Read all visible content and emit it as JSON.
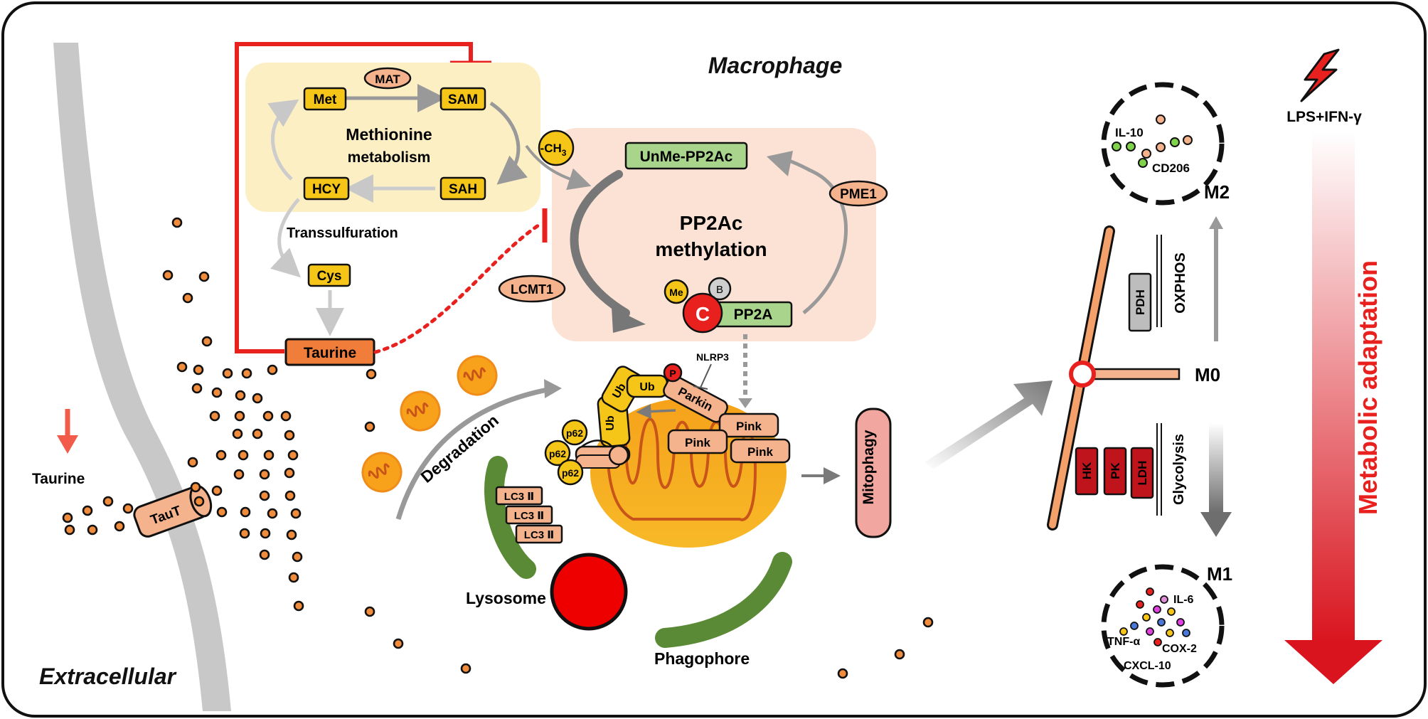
{
  "labels": {
    "macrophage": "Macrophage",
    "extracellular": "Extracellular",
    "taurine_outside": "Taurine",
    "taut": "TauT",
    "met": "Met",
    "mat": "MAT",
    "sam": "SAM",
    "sah": "SAH",
    "hcy": "HCY",
    "cys": "Cys",
    "methionine_1": "Methionine",
    "methionine_2": "metabolism",
    "transsulfuration": "Transsulfuration",
    "taurine_box": "Taurine",
    "ch3": "-CH",
    "ch3_sub": "3",
    "unme": "UnMe-PP2Ac",
    "pme1": "PME1",
    "pp2ac_1": "PP2Ac",
    "pp2ac_2": "methylation",
    "lcmt1": "LCMT1",
    "me": "Me",
    "c": "C",
    "b": "B",
    "pp2a": "PP2A",
    "nlrp3": "NLRP3",
    "p": "P",
    "parkin": "Parkin",
    "ub": "Ub",
    "pink": "Pink",
    "p62": "p62",
    "lc3": "LC3 Ⅱ",
    "degradation": "Degradation",
    "lysosome": "Lysosome",
    "phagophore": "Phagophore",
    "mitophagy": "Mitophagy",
    "m0": "M0",
    "m1": "M1",
    "m2": "M2",
    "oxphos": "OXPHOS",
    "glycolysis": "Glycolysis",
    "pdh": "PDH",
    "hk": "HK",
    "pk": "PK",
    "ldh": "LDH",
    "il10": "IL-10",
    "cd206": "CD206",
    "il6": "IL-6",
    "tnfa": "TNF-α",
    "cox2": "COX-2",
    "cxcl10": "CXCL-10",
    "lps": "LPS+IFN-γ",
    "metabolic": "Metabolic adaptation"
  },
  "colors": {
    "gold": "#f5c518",
    "salmon": "#f4b28d",
    "orange": "#f07d3a",
    "green_box": "#a8d58b",
    "red": "#e8211f",
    "dark_red": "#c0141c",
    "membrane": "#c8c8c8",
    "methionine_bg": "#fdefc4",
    "pp2a_bg": "#fbe2d4"
  }
}
